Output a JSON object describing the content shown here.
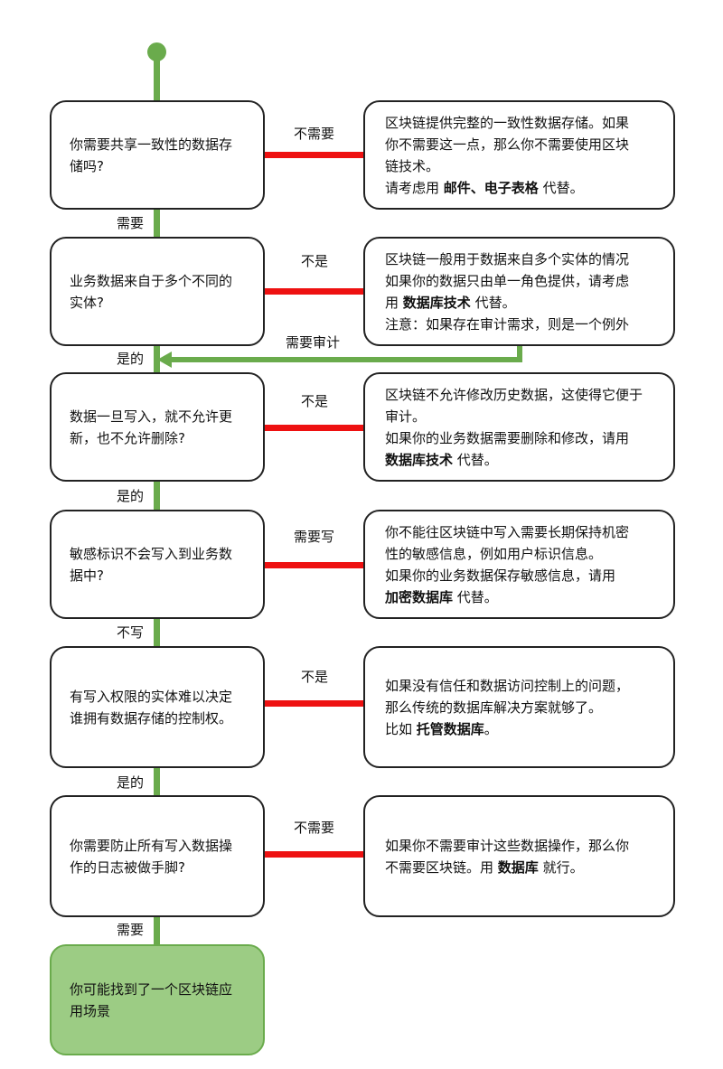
{
  "rows": [
    {
      "question": [
        "你需要共享一致性的数据存",
        "储吗?"
      ],
      "no_label": "不需要",
      "yes_label": "需要",
      "advice": [
        [
          {
            "t": "区块链提供完整的一致性数据存储。如果"
          }
        ],
        [
          {
            "t": "你不需要这一点，那么你不需要使用区块"
          }
        ],
        [
          {
            "t": "链技术。"
          }
        ],
        [
          {
            "t": "请考虑用 "
          },
          {
            "t": "邮件、电子表格",
            "b": true
          },
          {
            "t": " 代替。"
          }
        ]
      ]
    },
    {
      "question": [
        "业务数据来自于多个不同的",
        "实体?"
      ],
      "no_label": "不是",
      "yes_label": "是的",
      "advice": [
        [
          {
            "t": "区块链一般用于数据来自多个实体的情况"
          }
        ],
        [
          {
            "t": "如果你的数据只由单一角色提供，请考虑"
          }
        ],
        [
          {
            "t": "用 "
          },
          {
            "t": "数据库技术",
            "b": true
          },
          {
            "t": " 代替。"
          }
        ],
        [
          {
            "t": "注意：如果存在审计需求，则是一个例外"
          }
        ]
      ]
    },
    {
      "question": [
        "数据一旦写入，就不允许更",
        "新，也不允许删除?"
      ],
      "no_label": "不是",
      "yes_label": "是的",
      "advice": [
        [
          {
            "t": "区块链不允许修改历史数据，这使得它便于"
          }
        ],
        [
          {
            "t": "审计。"
          }
        ],
        [
          {
            "t": "如果你的业务数据需要删除和修改，请用"
          }
        ],
        [
          {
            "t": "数据库技术",
            "b": true
          },
          {
            "t": " 代替。"
          }
        ]
      ]
    },
    {
      "question": [
        "敏感标识不会写入到业务数",
        "据中?"
      ],
      "no_label": "需要写",
      "yes_label": "不写",
      "advice": [
        [
          {
            "t": "你不能往区块链中写入需要长期保持机密"
          }
        ],
        [
          {
            "t": "性的敏感信息，例如用户标识信息。"
          }
        ],
        [
          {
            "t": "如果你的业务数据保存敏感信息，请用"
          }
        ],
        [
          {
            "t": "加密数据库",
            "b": true
          },
          {
            "t": " 代替。"
          }
        ]
      ]
    },
    {
      "question": [
        "有写入权限的实体难以决定",
        "谁拥有数据存储的控制权。"
      ],
      "no_label": "不是",
      "yes_label": "是的",
      "advice": [
        [
          {
            "t": "如果没有信任和数据访问控制上的问题，"
          }
        ],
        [
          {
            "t": "那么传统的数据库解决方案就够了。"
          }
        ],
        [
          {
            "t": "比如 "
          },
          {
            "t": "托管数据库",
            "b": true
          },
          {
            "t": "。"
          }
        ]
      ]
    },
    {
      "question": [
        "你需要防止所有写入数据操",
        "作的日志被做手脚?"
      ],
      "no_label": "不需要",
      "yes_label": "需要",
      "advice": [
        [
          {
            "t": "如果你不需要审计这些数据操作，那么你"
          }
        ],
        [
          {
            "t": "不需要区块链。用 "
          },
          {
            "t": "数据库",
            "b": true
          },
          {
            "t": " 就行。"
          }
        ]
      ]
    }
  ],
  "audit_label": "需要审计",
  "result": [
    "你可能找到了一个区块链应",
    "用场景"
  ],
  "colors": {
    "yes_path": "#6aab4c",
    "no_path": "#ee1111",
    "result_fill": "#9ccc84"
  }
}
